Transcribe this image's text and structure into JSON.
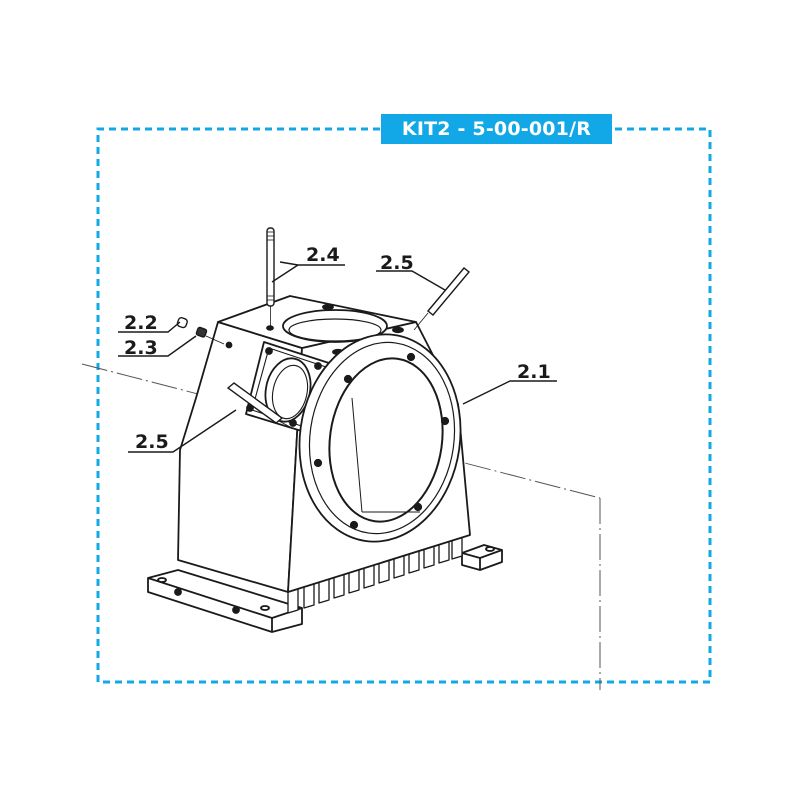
{
  "kit": {
    "label": "KIT2 - 5-00-001/R",
    "color": "#12a8e8"
  },
  "callouts": [
    {
      "id": "2.1",
      "label": "2.1",
      "part": "gearbox-housing"
    },
    {
      "id": "2.2",
      "label": "2.2",
      "part": "cap"
    },
    {
      "id": "2.3",
      "label": "2.3",
      "part": "breather-plug"
    },
    {
      "id": "2.4",
      "label": "2.4",
      "part": "vertical-stud"
    },
    {
      "id": "2.5a",
      "label": "2.5",
      "part": "stud-top-right"
    },
    {
      "id": "2.5b",
      "label": "2.5",
      "part": "stud-side-flange"
    }
  ],
  "colors": {
    "line": "#1a1a1a",
    "centerline": "#555555",
    "border": "#12a8e8"
  }
}
